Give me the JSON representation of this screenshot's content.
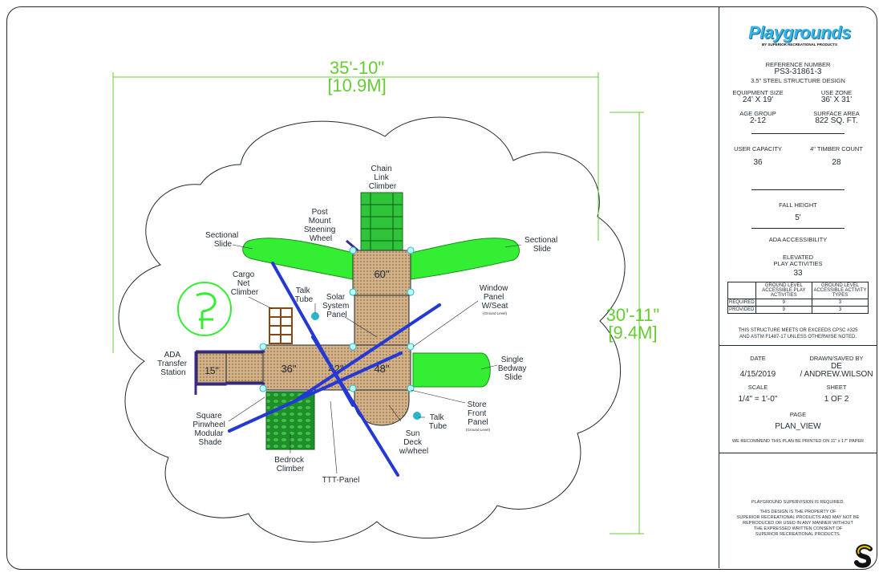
{
  "overall_width": {
    "imperial": "35'-10\"",
    "metric": "[10.9M]"
  },
  "overall_depth": {
    "imperial": "30'-11\"",
    "metric": "[9.4M]"
  },
  "deck_heights": {
    "deck_60": "60\"",
    "deck_36": "36\"",
    "deck_42": "42\"",
    "deck_48": "48\"",
    "deck_15": "15\""
  },
  "callouts": {
    "chain_link_climber": [
      "Chain",
      "Link",
      "Climber"
    ],
    "post_mount_steering_wheel": [
      "Post",
      "Mount",
      "Steening",
      "Wheel"
    ],
    "sectional_slide_left": [
      "Sectional",
      "Slide"
    ],
    "sectional_slide_right": [
      "Sectional",
      "Slide"
    ],
    "cargo_net_climber": [
      "Cargo",
      "Net",
      "Climber"
    ],
    "talk_tube_upper": [
      "Talk",
      "Tube"
    ],
    "solar_system_panel": [
      "Solar",
      "System",
      "Panel"
    ],
    "window_panel": [
      "Window",
      "Panel",
      "W/Seat"
    ],
    "window_panel_note": "(Ground Level)",
    "ada_transfer_station": [
      "ADA",
      "Transfer",
      "Station"
    ],
    "single_bedway_slide": [
      "Single",
      "Bedway",
      "Slide"
    ],
    "square_pinwheel_shade": [
      "Square",
      "Pinwheel",
      "Modular",
      "Shade"
    ],
    "store_front_panel": [
      "Store",
      "Front",
      "Panel"
    ],
    "store_front_note": "(Ground Level)",
    "talk_tube_lower": [
      "Talk",
      "Tube"
    ],
    "sun_deck": [
      "Sun",
      "Deck",
      "w/wheel"
    ],
    "bedrock_climber": [
      "Bedrock",
      "Climber"
    ],
    "ttt_panel": [
      "TTT-Panel"
    ]
  },
  "colors": {
    "slide": "#33ee33",
    "deck": "#c8a57a",
    "shade": "#2338d4",
    "dimension": "#66cc33",
    "frame": "#3a2a8c",
    "post": "#28b6c8"
  },
  "titleblock": {
    "brand": "Playgrounds",
    "brand_sub": "BY SUPERIOR RECREATIONAL PRODUCTS",
    "reference_label": "REFERENCE NUMBER",
    "reference_number": "PS3-31861-3",
    "design": "3.5\" STEEL STRUCTURE DESIGN",
    "equipment_size_label": "EQUIPMENT SIZE",
    "equipment_size": "24' X 19'",
    "use_zone_label": "USE ZONE",
    "use_zone": "36' X 31'",
    "age_group_label": "AGE GROUP",
    "age_group": "2-12",
    "surface_area_label": "SURFACE AREA",
    "surface_area": "822 SQ. FT.",
    "user_capacity_label": "USER CAPACITY",
    "user_capacity": "36",
    "timber_count_label": "4\" TIMBER COUNT",
    "timber_count": "28",
    "fall_height_label": "FALL HEIGHT",
    "fall_height": "5'",
    "ada_label": "ADA ACCESSIBILITY",
    "elevated_label_1": "ELEVATED",
    "elevated_label_2": "PLAY ACTIVITIES",
    "elevated_value": "33",
    "ada_table": {
      "headers": [
        "",
        "GROUND LEVEL ACCESSIBLE PLAY ACTIVITIES",
        "GROUND LEVEL ACCESSIBLE ACTIVITY TYPES"
      ],
      "rows": [
        [
          "REQUIRED",
          "9",
          "3"
        ],
        [
          "PROVIDED",
          "9",
          "3"
        ]
      ]
    },
    "compliance_1": "THIS STRUCTURE MEETS OR EXCEEDS CPSC #325",
    "compliance_2": "AND ASTM F1487-17 UNLESS OTHERWISE NOTED.",
    "date_label": "DATE",
    "date": "4/15/2019",
    "drawn_label": "DRAWN/SAVED BY",
    "drawn_1": "DE",
    "drawn_2": "/ ANDREW.WILSON",
    "scale_label": "SCALE",
    "scale": "1/4\" = 1'-0\"",
    "sheet_label": "SHEET",
    "sheet": "1   OF   2",
    "page_label": "PAGE",
    "page": "PLAN_VIEW",
    "print_note": "WE RECOMMEND THIS PLAN BE PRINTED ON 11\" x 17\" PAPER",
    "supervision": "PLAYGROUND SUPERVISION IS REQUIRED.",
    "property_1": "THIS DESIGN IS THE PROPERTY OF",
    "property_2": "SUPERIOR RECREATIONAL PRODUCTS AND MAY NOT BE",
    "property_3": "REPRODUCED OR USED IN ANY MANNER WITHOUT",
    "property_4": "THE EXPRESSED WRITTEN CONSENT OF",
    "property_5": "SUPERIOR RECREATIONAL PRODUCTS."
  }
}
